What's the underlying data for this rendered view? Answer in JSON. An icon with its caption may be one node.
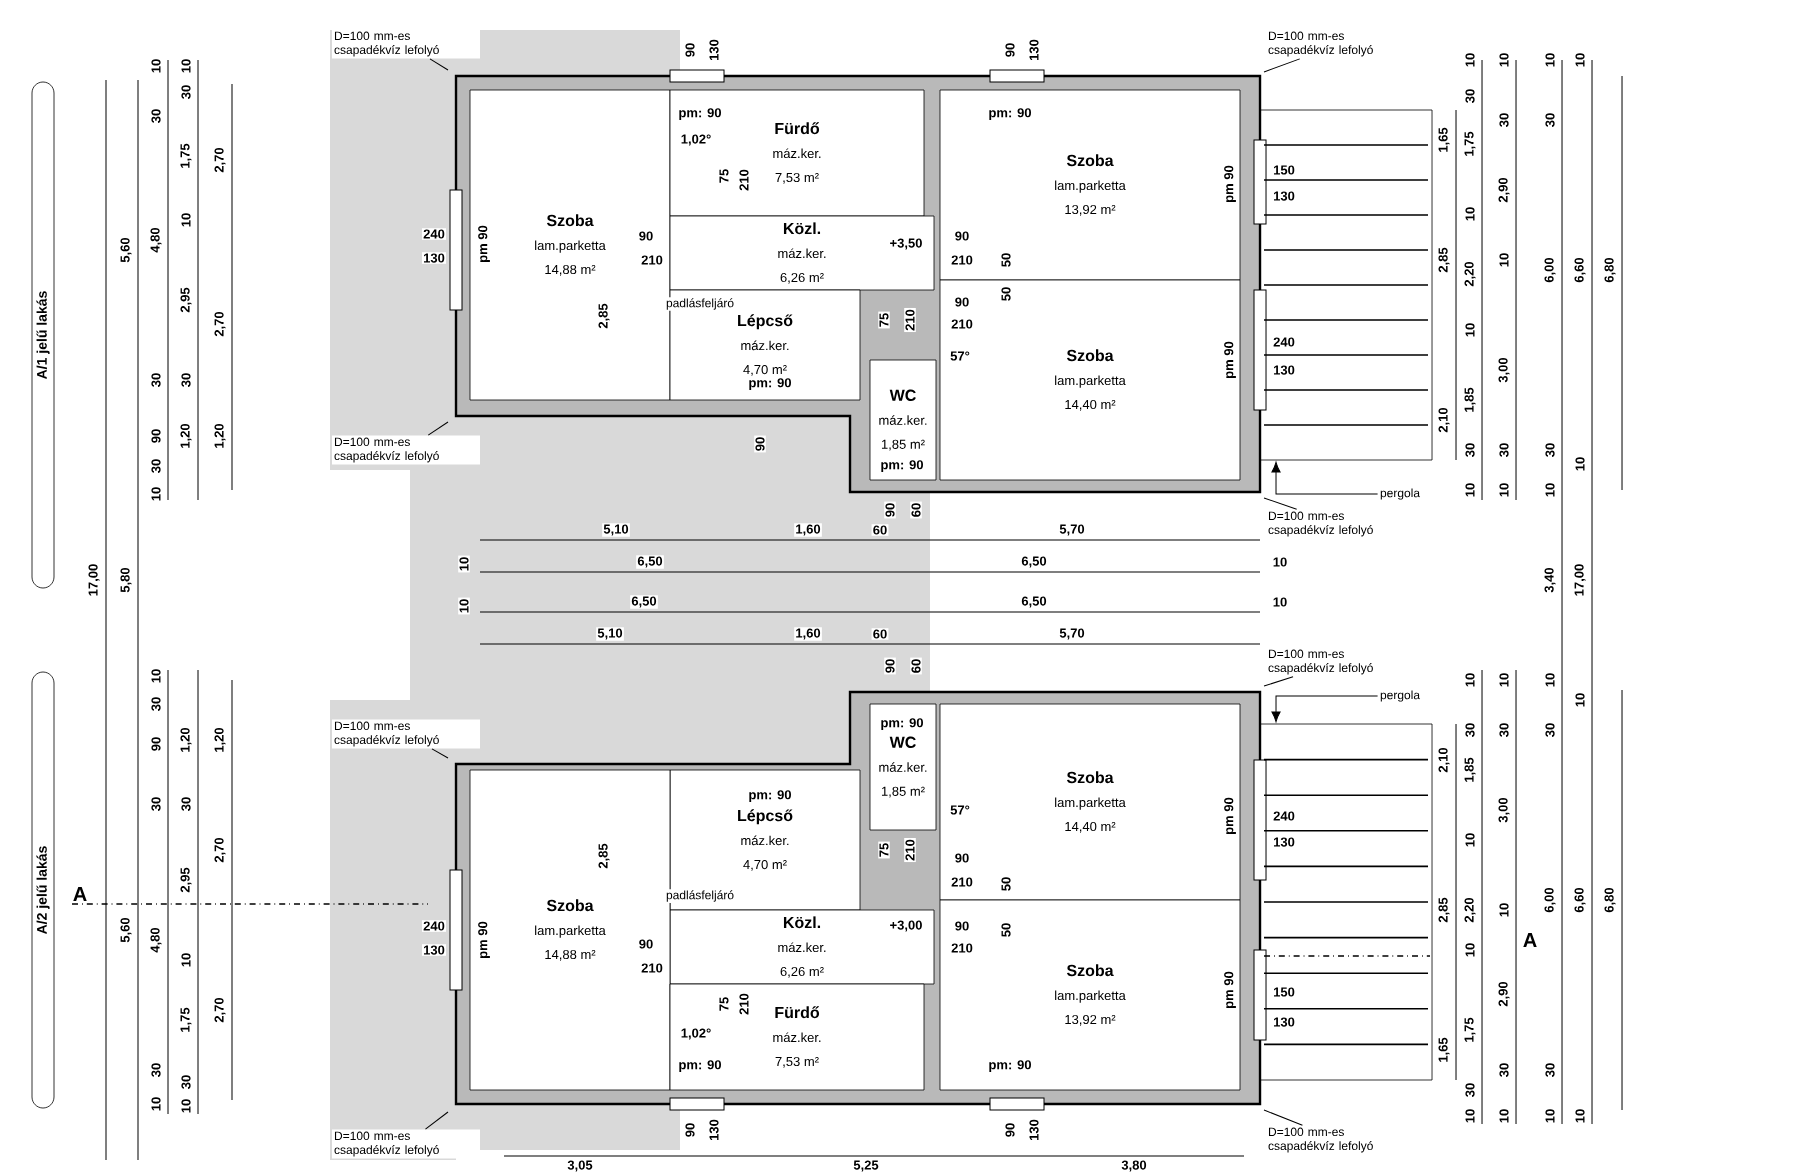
{
  "diagram": {
    "nodes": [
      {
        "text": [
          "A/1 jelű lakás"
        ]
      },
      {
        "text": [
          "A/2 jelű lakás"
        ]
      },
      {
        "text": [
          "Szoba",
          "lam.parketta",
          "14,88 m²"
        ]
      },
      {
        "text": [
          "Fürdő",
          "máz.ker.",
          "7,53 m²"
        ]
      },
      {
        "text": [
          "Közl.",
          "máz.ker.",
          "6,26 m²"
        ]
      },
      {
        "text": [
          "Lépcső",
          "máz.ker.",
          "4,70 m²"
        ]
      },
      {
        "text": [
          "WC",
          "máz.ker.",
          "1,85 m²"
        ]
      },
      {
        "text": [
          "Szoba",
          "lam.parketta",
          "13,92 m²"
        ]
      },
      {
        "text": [
          "Szoba",
          "lam.parketta",
          "14,40 m²"
        ]
      },
      {
        "text": [
          "Szoba",
          "lam.parketta",
          "14,40 m²"
        ]
      },
      {
        "text": [
          "WC",
          "máz.ker.",
          "1,85 m²"
        ]
      },
      {
        "text": [
          "Lépcső",
          "máz.ker.",
          "4,70 m²"
        ]
      },
      {
        "text": [
          "Közl.",
          "máz.ker.",
          "6,26 m²"
        ]
      },
      {
        "text": [
          "Szoba",
          "lam.parketta",
          "14,88 m²"
        ]
      },
      {
        "text": [
          "Fürdő",
          "máz.ker.",
          "7,53 m²"
        ]
      },
      {
        "text": [
          "Szoba",
          "lam.parketta",
          "13,92 m²"
        ]
      },
      {
        "text": [
          "D=100 mm-es csapadékvíz lefolyó"
        ]
      },
      {
        "text": [
          "D=100 mm-es csapadékvíz lefolyó"
        ]
      },
      {
        "text": [
          "D=100 mm-es csapadékvíz lefolyó"
        ]
      },
      {
        "text": [],
        "shape": "box"
      },
      {
        "text": [
          "pergola"
        ]
      },
      {
        "text": [
          "D=100 mm-es csapadékvíz lefolyó"
        ]
      },
      {
        "text": [
          "D=100 mm-es csapadékvíz lefolyó"
        ]
      },
      {
        "text": [
          "pergola"
        ]
      },
      {
        "text": [],
        "shape": "box"
      },
      {
        "text": [
          "D=100 mm-es csapadékvíz lefolyó"
        ]
      },
      {
        "text": [
          "D=100 mm-es csapadékvíz lefolyó"
        ]
      },
      {
        "text": [
          "D=100 mm-es csapadékvíz lefolyó"
        ]
      }
    ],
    "edges": [
      {
        "from": 16,
        "to": null,
        "arrow": "none"
      },
      {
        "from": 17,
        "to": null,
        "arrow": "none"
      },
      {
        "from": 18,
        "to": null,
        "arrow": "none"
      },
      {
        "from": 20,
        "to": 19,
        "arrow": "to"
      },
      {
        "from": 21,
        "to": null,
        "arrow": "none"
      },
      {
        "from": 22,
        "to": null,
        "arrow": "none"
      },
      {
        "from": 23,
        "to": 24,
        "arrow": "to"
      },
      {
        "from": 25,
        "to": null,
        "arrow": "none"
      },
      {
        "from": 26,
        "to": null,
        "arrow": "none"
      },
      {
        "from": 27,
        "to": null,
        "arrow": "none"
      }
    ],
    "labels": [
      "90",
      "130",
      "90",
      "130",
      "10",
      "10",
      "30",
      "30",
      "1,75",
      "2,70",
      "5,60",
      "4,80",
      "10",
      "2,95",
      "2,70",
      "30",
      "30",
      "90",
      "1,20",
      "1,20",
      "30",
      "10",
      "pm: 90",
      "pm: 90",
      "1,02°",
      "240",
      "130",
      "pm 90",
      "75",
      "210",
      "90",
      "210",
      "+3,50",
      "90",
      "210",
      "50",
      "50",
      "2,85",
      "padlásfeljáró",
      "75",
      "210",
      "90",
      "210",
      "57°",
      "pm: 90",
      "pm: 90",
      "pm 90",
      "150",
      "130",
      "pm 90",
      "240",
      "130",
      "10",
      "10",
      "10",
      "10",
      "30",
      "30",
      "30",
      "1,65",
      "1,75",
      "2,90",
      "10",
      "2,85",
      "10",
      "2,20",
      "6,00",
      "6,60",
      "6,80",
      "10",
      "3,00",
      "1,85",
      "2,10",
      "30",
      "30",
      "30",
      "10",
      "10",
      "10",
      "10",
      "90",
      "90",
      "60",
      "5,10",
      "1,60",
      "60",
      "5,70",
      "10",
      "6,50",
      "6,50",
      "10",
      "17,00",
      "5,80",
      "3,40",
      "17,00",
      "10",
      "6,50",
      "6,50",
      "10",
      "5,10",
      "1,60",
      "60",
      "5,70",
      "90",
      "60",
      "10",
      "30",
      "90",
      "1,20",
      "1,20",
      "30",
      "30",
      "2,70",
      "2,95",
      "A",
      "5,60",
      "4,80",
      "10",
      "1,75",
      "2,70",
      "30",
      "30",
      "10",
      "10",
      "pm: 90",
      "pm: 90",
      "57°",
      "2,85",
      "75",
      "210",
      "90",
      "210",
      "50",
      "padlásfeljáró",
      "240",
      "pm 90",
      "90",
      "+3,00",
      "90",
      "50",
      "130",
      "210",
      "210",
      "75",
      "210",
      "1,02°",
      "pm: 90",
      "pm: 90",
      "pm 90",
      "240",
      "130",
      "pm 90",
      "150",
      "130",
      "10",
      "10",
      "10",
      "10",
      "30",
      "30",
      "30",
      "2,10",
      "1,85",
      "3,00",
      "10",
      "2,85",
      "2,20",
      "10",
      "6,00",
      "6,60",
      "6,80",
      "A",
      "10",
      "2,90",
      "1,75",
      "1,65",
      "30",
      "30",
      "30",
      "10",
      "10",
      "10",
      "10",
      "90",
      "130",
      "90",
      "130",
      "3,05",
      "5,25",
      "3,80"
    ]
  }
}
